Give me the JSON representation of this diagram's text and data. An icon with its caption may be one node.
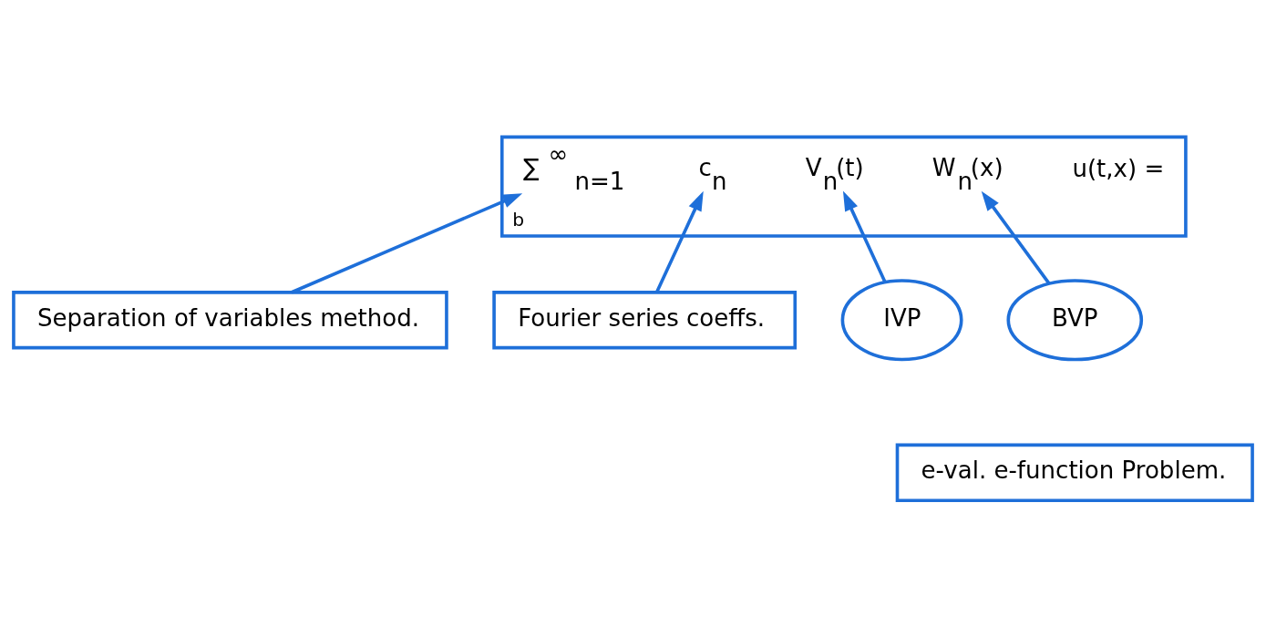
{
  "diagram": {
    "nodes": [
      {
        "text": [
          "b"
        ]
      },
      {
        "text": [
          "u(t,x) ="
        ],
        "in": 0
      },
      {
        "text": [
          "∑ $^{∞}$ $_{n=1}$"
        ],
        "in": 0
      },
      {
        "text": [
          "c$_{n}$"
        ],
        "in": 0
      },
      {
        "text": [
          "V$_{n}$(t)"
        ],
        "in": 0
      },
      {
        "text": [
          "W$_{n}$(x)"
        ],
        "in": 0
      },
      {
        "text": [
          "Separation of variables method."
        ]
      },
      {
        "text": [
          "Fourier series coeffs."
        ]
      },
      {
        "text": [
          "IVP"
        ]
      },
      {
        "text": [
          "BVP"
        ]
      },
      {
        "text": [
          "e-val. e-function Problem."
        ]
      }
    ],
    "edges": [
      {
        "from": 6,
        "to": 2,
        "arrow": "to"
      },
      {
        "from": 7,
        "to": 3,
        "arrow": "to"
      },
      {
        "from": 8,
        "to": 4,
        "arrow": "to"
      },
      {
        "from": 9,
        "to": 5,
        "arrow": "to"
      }
    ]
  }
}
